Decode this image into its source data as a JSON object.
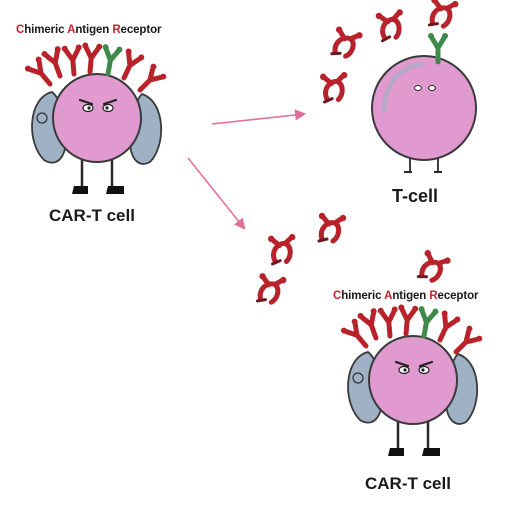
{
  "top_left": {
    "title_initials": [
      "C",
      "A",
      "R"
    ],
    "title_rest": [
      "himeric ",
      "ntigen ",
      "eceptor"
    ],
    "caption": "CAR-T cell"
  },
  "top_right": {
    "caption": "T-cell"
  },
  "bottom_right": {
    "title_initials": [
      "C",
      "A",
      "R"
    ],
    "title_rest": [
      "himeric ",
      "ntigen ",
      "eceptor"
    ],
    "caption": "CAR-T cell"
  },
  "colors": {
    "cell_body": "#e09ad0",
    "cell_outline": "#3a3a3a",
    "antibody_red": "#b8232b",
    "antibody_green": "#3f8a4b",
    "arm_blue": "#9fb1c4",
    "arrow": "#e0709a",
    "title_accent": "#c8202a"
  }
}
